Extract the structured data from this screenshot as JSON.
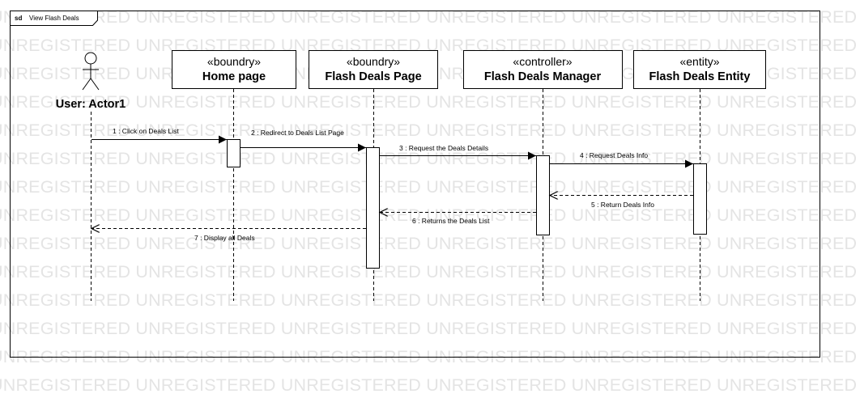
{
  "frame": {
    "keyword": "sd",
    "title": "View Flash Deals"
  },
  "watermark_text": "UNREGISTERED",
  "actor": {
    "name": "User: Actor1"
  },
  "lifelines": [
    {
      "stereotype": "«boundry»",
      "name": "Home page"
    },
    {
      "stereotype": "«boundry»",
      "name": "Flash Deals Page"
    },
    {
      "stereotype": "«controller»",
      "name": "Flash Deals Manager"
    },
    {
      "stereotype": "«entity»",
      "name": "Flash Deals Entity"
    }
  ],
  "messages": [
    {
      "label": "1 : Click on Deals List",
      "kind": "sync"
    },
    {
      "label": "2 : Redirect to Deals List Page",
      "kind": "sync"
    },
    {
      "label": "3 : Request the Deals Details",
      "kind": "sync"
    },
    {
      "label": "4 : Request Deals Info",
      "kind": "sync"
    },
    {
      "label": "5 : Return Deals Info",
      "kind": "return"
    },
    {
      "label": "6 : Returns the Deals List",
      "kind": "return"
    },
    {
      "label": "7 : Display all Deals",
      "kind": "return"
    }
  ]
}
